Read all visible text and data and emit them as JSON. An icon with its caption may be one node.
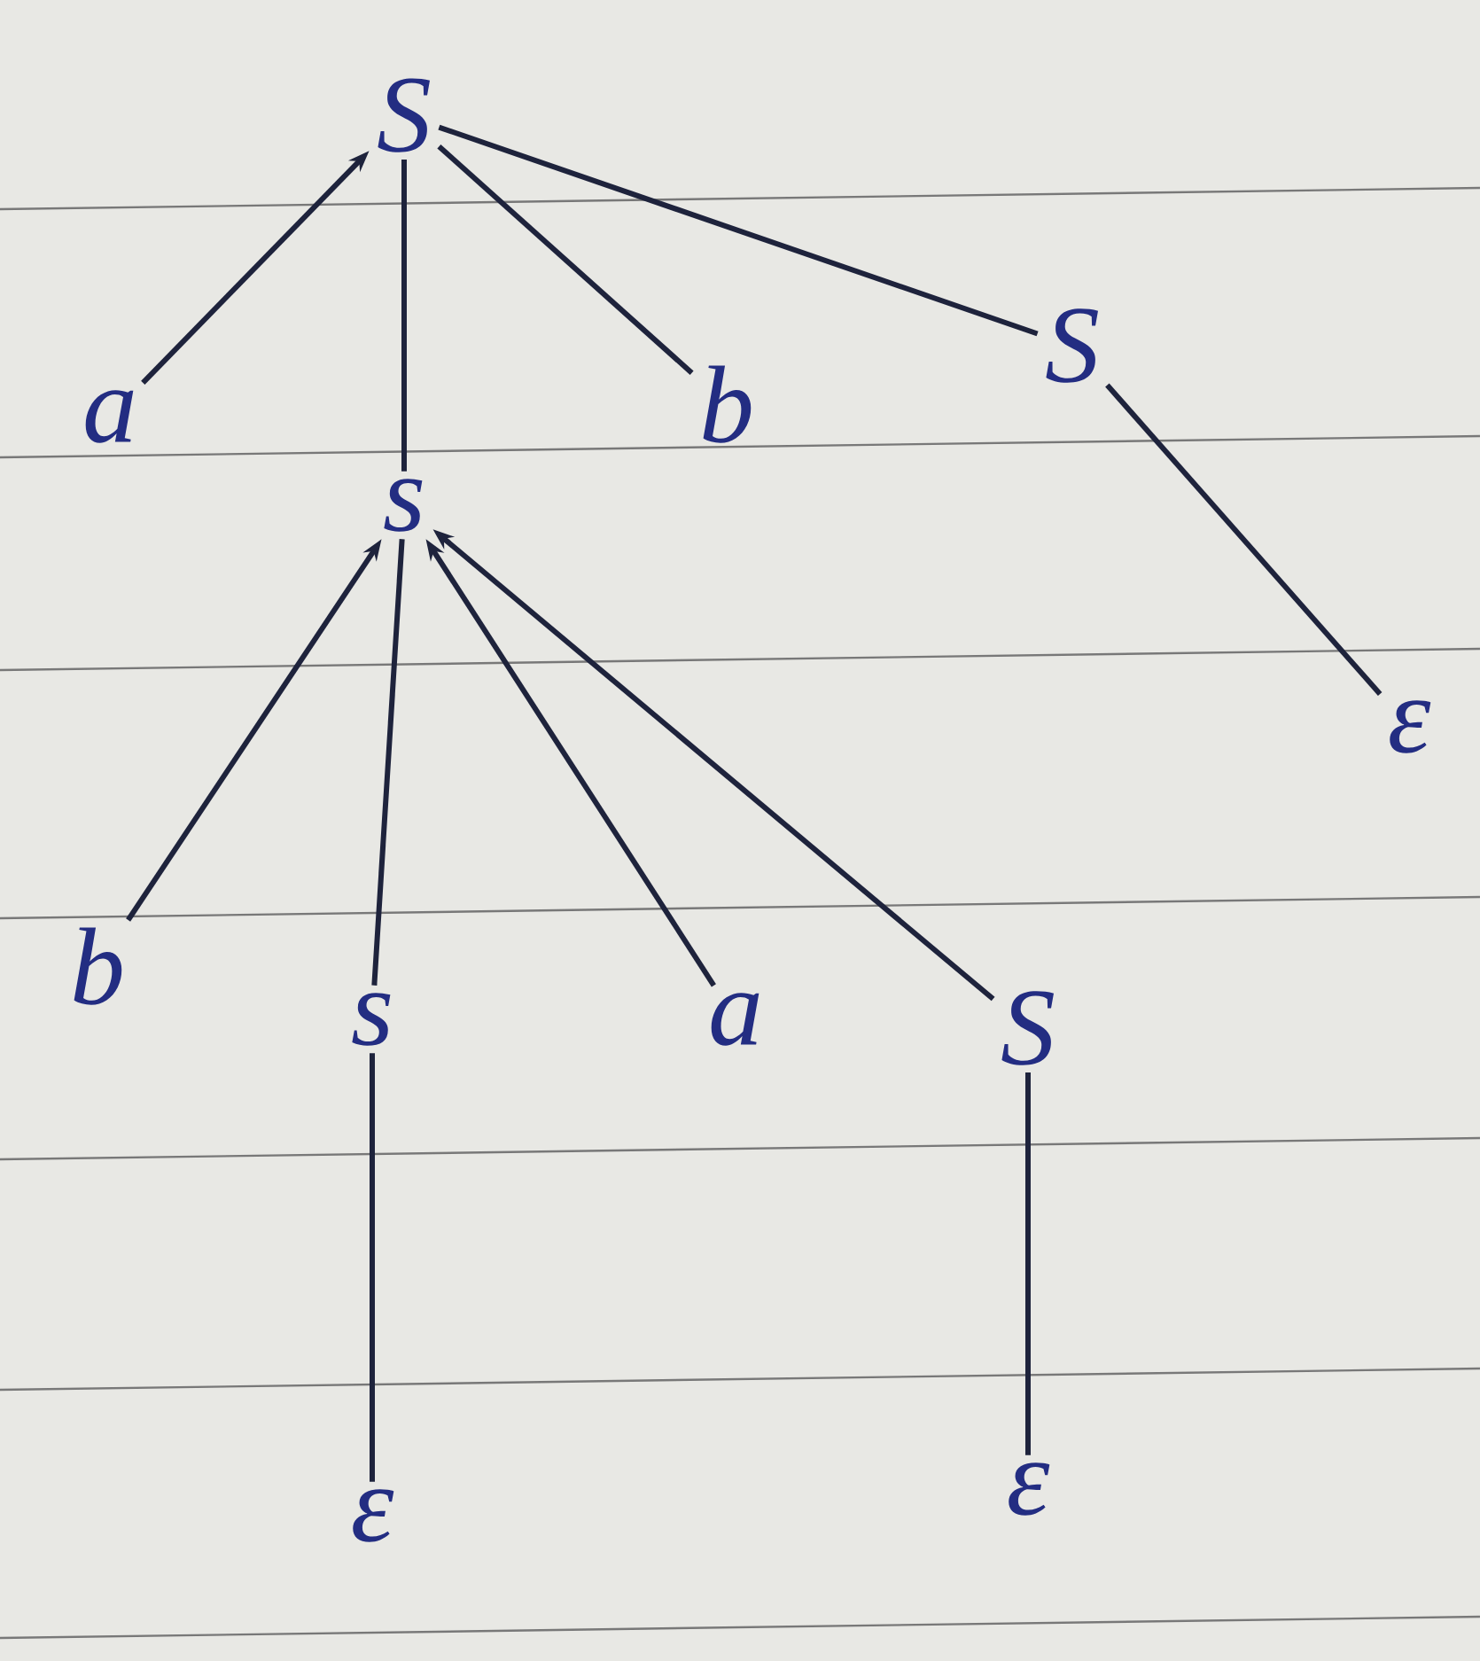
{
  "diagram": {
    "nodes": [
      {
        "text": [
          "S"
        ]
      },
      {
        "text": [
          "a"
        ]
      },
      {
        "text": [
          "s"
        ]
      },
      {
        "text": [
          "b"
        ]
      },
      {
        "text": [
          "S"
        ]
      },
      {
        "text": [
          "ε"
        ]
      },
      {
        "text": [
          "b"
        ]
      },
      {
        "text": [
          "s"
        ]
      },
      {
        "text": [
          "a"
        ]
      },
      {
        "text": [
          "S"
        ]
      },
      {
        "text": [
          "ε"
        ]
      },
      {
        "text": [
          "ε"
        ]
      }
    ],
    "edges": [
      {
        "from": 1,
        "to": 0,
        "arrow": "to"
      },
      {
        "from": 0,
        "to": 2,
        "arrow": "none"
      },
      {
        "from": 0,
        "to": 3,
        "arrow": "none"
      },
      {
        "from": 0,
        "to": 4,
        "arrow": "none"
      },
      {
        "from": 4,
        "to": 5,
        "arrow": "none"
      },
      {
        "from": 6,
        "to": 2,
        "arrow": "to"
      },
      {
        "from": 2,
        "to": 7,
        "arrow": "none"
      },
      {
        "from": 8,
        "to": 2,
        "arrow": "to"
      },
      {
        "from": 9,
        "to": 2,
        "arrow": "to"
      },
      {
        "from": 7,
        "to": 10,
        "arrow": "none"
      },
      {
        "from": 9,
        "to": 11,
        "arrow": "none"
      }
    ]
  }
}
